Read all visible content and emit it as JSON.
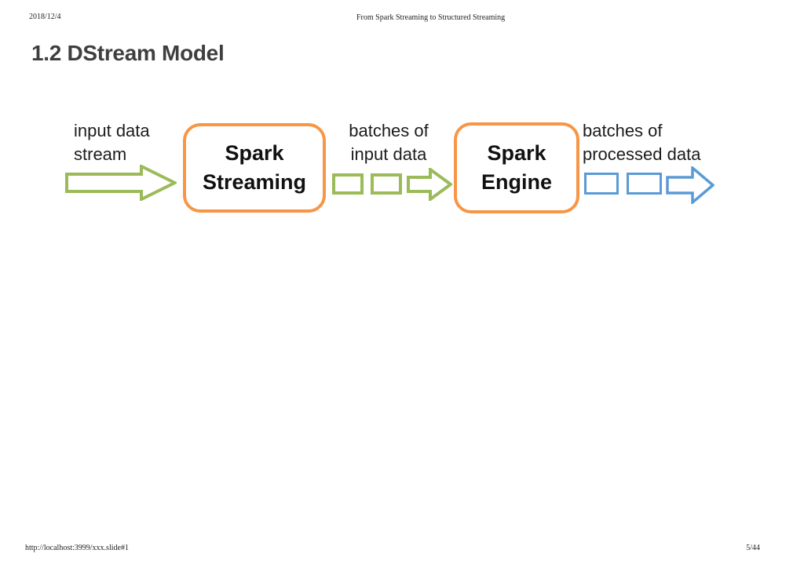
{
  "colors": {
    "green": "#9bbb59",
    "orange": "#f79646",
    "blue": "#5b9bd5",
    "ink": "#1c1c1c",
    "title": "#3f3f3f"
  },
  "header": {
    "date": "2018/12/4",
    "title": "From Spark Streaming to Structured Streaming"
  },
  "slide": {
    "title": "1.2 DStream Model"
  },
  "diagram": {
    "input_label": [
      "input data",
      "stream"
    ],
    "batches_input_label": [
      "batches of",
      "input data"
    ],
    "batches_processed_label": [
      "batches of",
      "processed data"
    ],
    "nodes": [
      [
        "Spark",
        "Streaming"
      ],
      [
        "Spark",
        "Engine"
      ]
    ]
  },
  "footer": {
    "url": "http://localhost:3999/xxx.slide#1",
    "page": "5/44"
  }
}
